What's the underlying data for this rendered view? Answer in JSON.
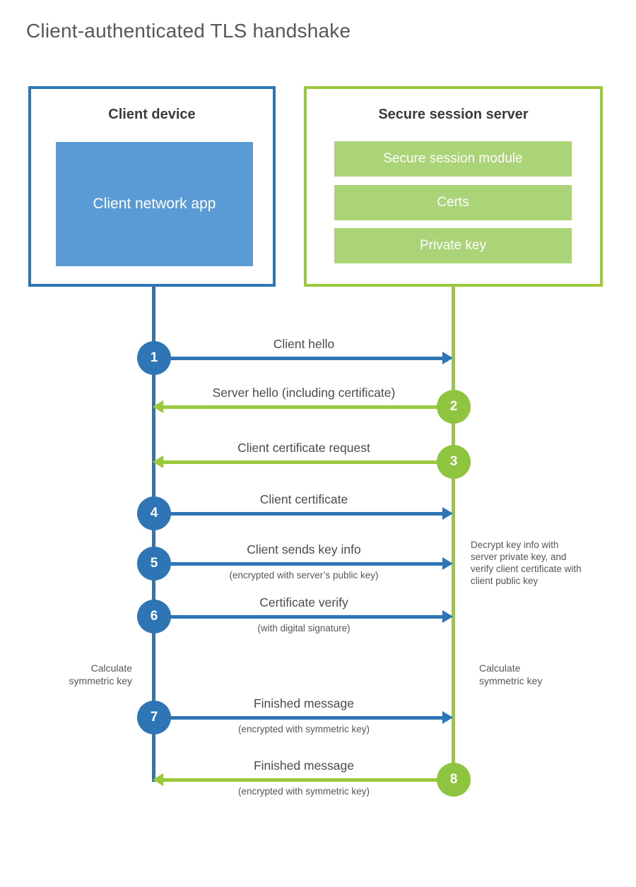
{
  "title": "Client-authenticated TLS handshake",
  "colors": {
    "blue": "#2e75b6",
    "blue_light": "#5b9bd5",
    "green": "#9aca3b",
    "green_circle": "#8fc43e",
    "green_light": "#abd377",
    "text_dark": "#3a3b3e",
    "text_gray": "#55565a"
  },
  "client": {
    "title": "Client device",
    "module": "Client network app"
  },
  "server": {
    "title": "Secure session server",
    "modules": [
      {
        "label": "Secure session module"
      },
      {
        "label": "Certs"
      },
      {
        "label": "Private key"
      }
    ]
  },
  "steps": [
    {
      "num": "1",
      "label": "Client hello",
      "sub": "",
      "direction": "client-to-server"
    },
    {
      "num": "2",
      "label": "Server hello (including certificate)",
      "sub": "",
      "direction": "server-to-client"
    },
    {
      "num": "3",
      "label": "Client certificate request",
      "sub": "",
      "direction": "server-to-client"
    },
    {
      "num": "4",
      "label": "Client certificate",
      "sub": "",
      "direction": "client-to-server"
    },
    {
      "num": "5",
      "label": "Client sends key info",
      "sub": "(encrypted with server’s public key)",
      "direction": "client-to-server"
    },
    {
      "num": "6",
      "label": "Certificate verify",
      "sub": "(with digital signature)",
      "direction": "client-to-server"
    },
    {
      "num": "7",
      "label": "Finished message",
      "sub": "(encrypted with symmetric key)",
      "direction": "client-to-server"
    },
    {
      "num": "8",
      "label": "Finished message",
      "sub": "(encrypted with symmetric key)",
      "direction": "server-to-client"
    }
  ],
  "notes": {
    "decrypt": "Decrypt key info with server private key, and verify client certificate with client public key",
    "calc_left": "Calculate symmetric key",
    "calc_right": "Calculate symmetric key"
  }
}
